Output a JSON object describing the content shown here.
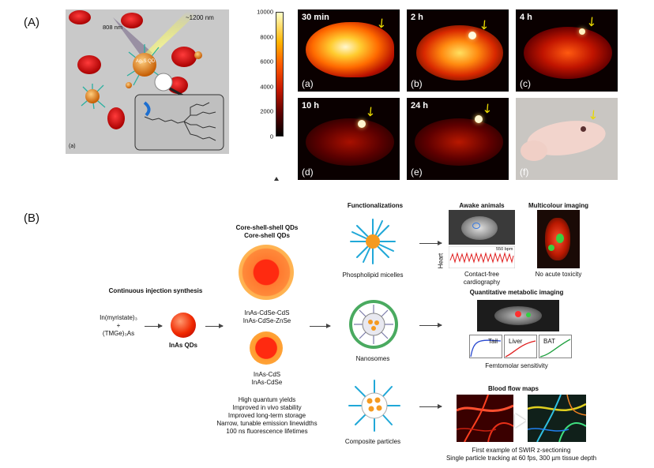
{
  "panelA": {
    "letter": "(A)",
    "diagram": {
      "laser_label": "808 nm",
      "emission_label": "~1200 nm",
      "qd_label": "Ag₂S QD",
      "sub_label": "(a)"
    },
    "colorbar": {
      "ticks": [
        "10000",
        "8000",
        "6000",
        "4000",
        "2000",
        "0"
      ]
    },
    "images": [
      {
        "time": "30 min",
        "label": "(a)"
      },
      {
        "time": "2 h",
        "label": "(b)"
      },
      {
        "time": "4 h",
        "label": "(c)"
      },
      {
        "time": "10 h",
        "label": "(d)"
      },
      {
        "time": "24 h",
        "label": "(e)"
      },
      {
        "time": "",
        "label": "(f)"
      }
    ]
  },
  "panelB": {
    "letter": "(B)",
    "synthesis_title": "Continuous injection synthesis",
    "precursor_1": "In(myristate)₃",
    "precursor_plus": "+",
    "precursor_2": "(TMGe)₃As",
    "inas_label": "InAs QDs",
    "css_title_1": "Core-shell-shell QDs",
    "css_title_2": "Core-shell QDs",
    "css_1": "InAs-CdSe-CdS",
    "css_2": "InAs-CdSe-ZnSe",
    "cs_1": "InAs-CdS",
    "cs_2": "InAs-CdSe",
    "props": [
      "High quantum yields",
      "Improved in vivo stability",
      "Improved long-term storage",
      "Narrow, tunable emission linewidths",
      "100 ns fluorescence lifetimes"
    ],
    "functionalizations": "Functionalizations",
    "micelles": "Phospholipid micelles",
    "nanosomes": "Nanosomes",
    "composite": "Composite particles",
    "awake_title": "Awake animals",
    "heart_label": "Heart",
    "bpm": "550 bpm",
    "cardio_1": "Contact-free",
    "cardio_2": "cardiography",
    "multicolour_title": "Multicolour imaging",
    "toxicity": "No acute toxicity",
    "metabolic_title": "Quantitative metabolic imaging",
    "curves": [
      "Tail",
      "Liver",
      "BAT"
    ],
    "femto": "Femtomolar sensitivity",
    "blood_title": "Blood flow maps",
    "swir_1": "First example of SWIR z-sectioning",
    "swir_2": "Single particle tracking at 60 fps, 300 µm tissue depth"
  }
}
